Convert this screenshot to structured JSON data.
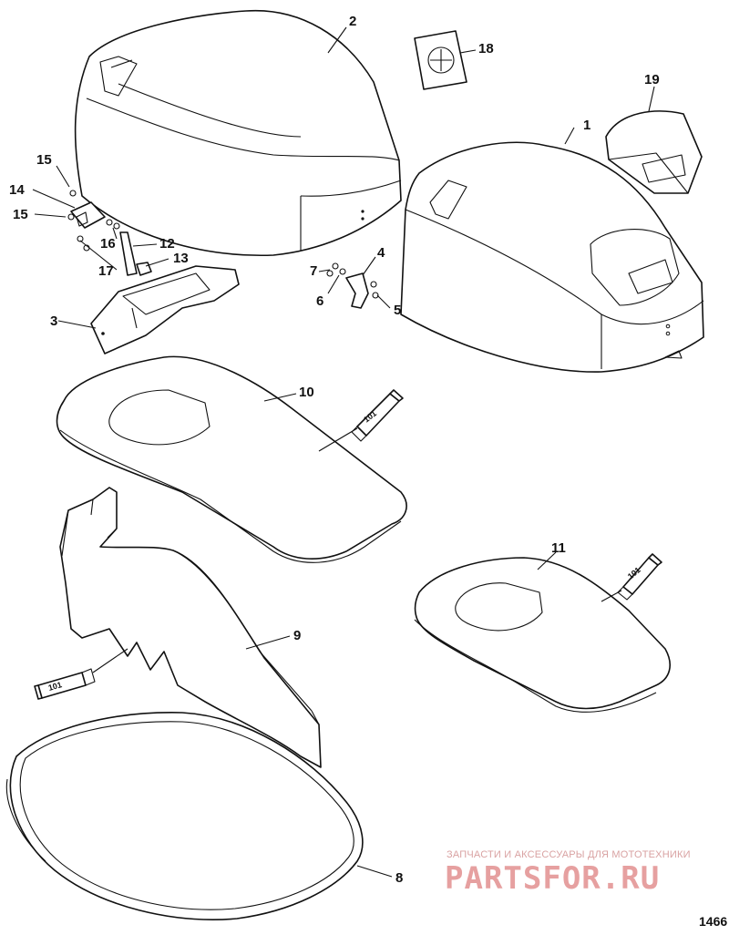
{
  "callouts": {
    "c1": "1",
    "c2": "2",
    "c3": "3",
    "c4": "4",
    "c5": "5",
    "c6": "6",
    "c7": "7",
    "c8": "8",
    "c9": "9",
    "c10": "10",
    "c11": "11",
    "c12": "12",
    "c13": "13",
    "c14": "14",
    "c15a": "15",
    "c15b": "15",
    "c16": "16",
    "c17": "17",
    "c18": "18",
    "c19": "19"
  },
  "sealant_tubes": {
    "tube_10": "101",
    "tube_11": "101",
    "tube_9": "101"
  },
  "watermark": {
    "caption": "ЗАПЧАСТИ И АКСЕССУАРЫ ДЛЯ МОТОТЕХНИКИ",
    "logo": "PARTSFOR.RU"
  },
  "figure_number": "1466",
  "colors": {
    "line": "#111111",
    "watermark": "#e6a0a0"
  }
}
